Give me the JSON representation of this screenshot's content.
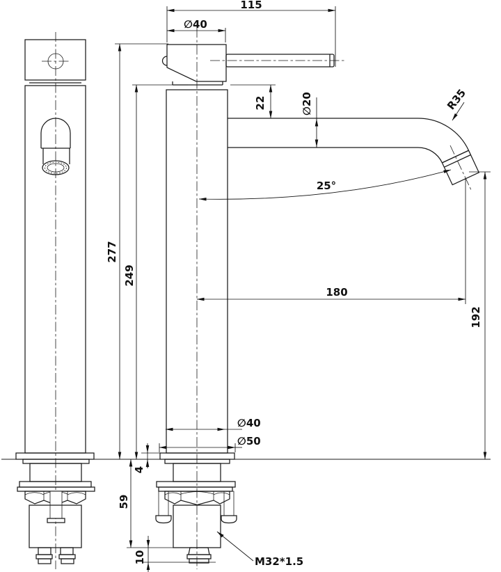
{
  "dimensions": {
    "top_width": "115",
    "handle_cap_diameter": "∅40",
    "spout_drop": "22",
    "spout_tube_diameter": "∅20",
    "bend_radius": "R35",
    "spout_angle": "25°",
    "overall_height": "277",
    "height_to_spout_base": "249",
    "spout_reach": "180",
    "outlet_height": "192",
    "body_diameter": "∅40",
    "base_flange_diameter": "∅50",
    "base_plate_thickness": "4",
    "shank_length": "59",
    "tail_length": "10",
    "thread_spec": "M32*1.5"
  },
  "colors": {
    "line": "#1b1b1b",
    "dimension": "#111111",
    "background": "#ffffff"
  }
}
